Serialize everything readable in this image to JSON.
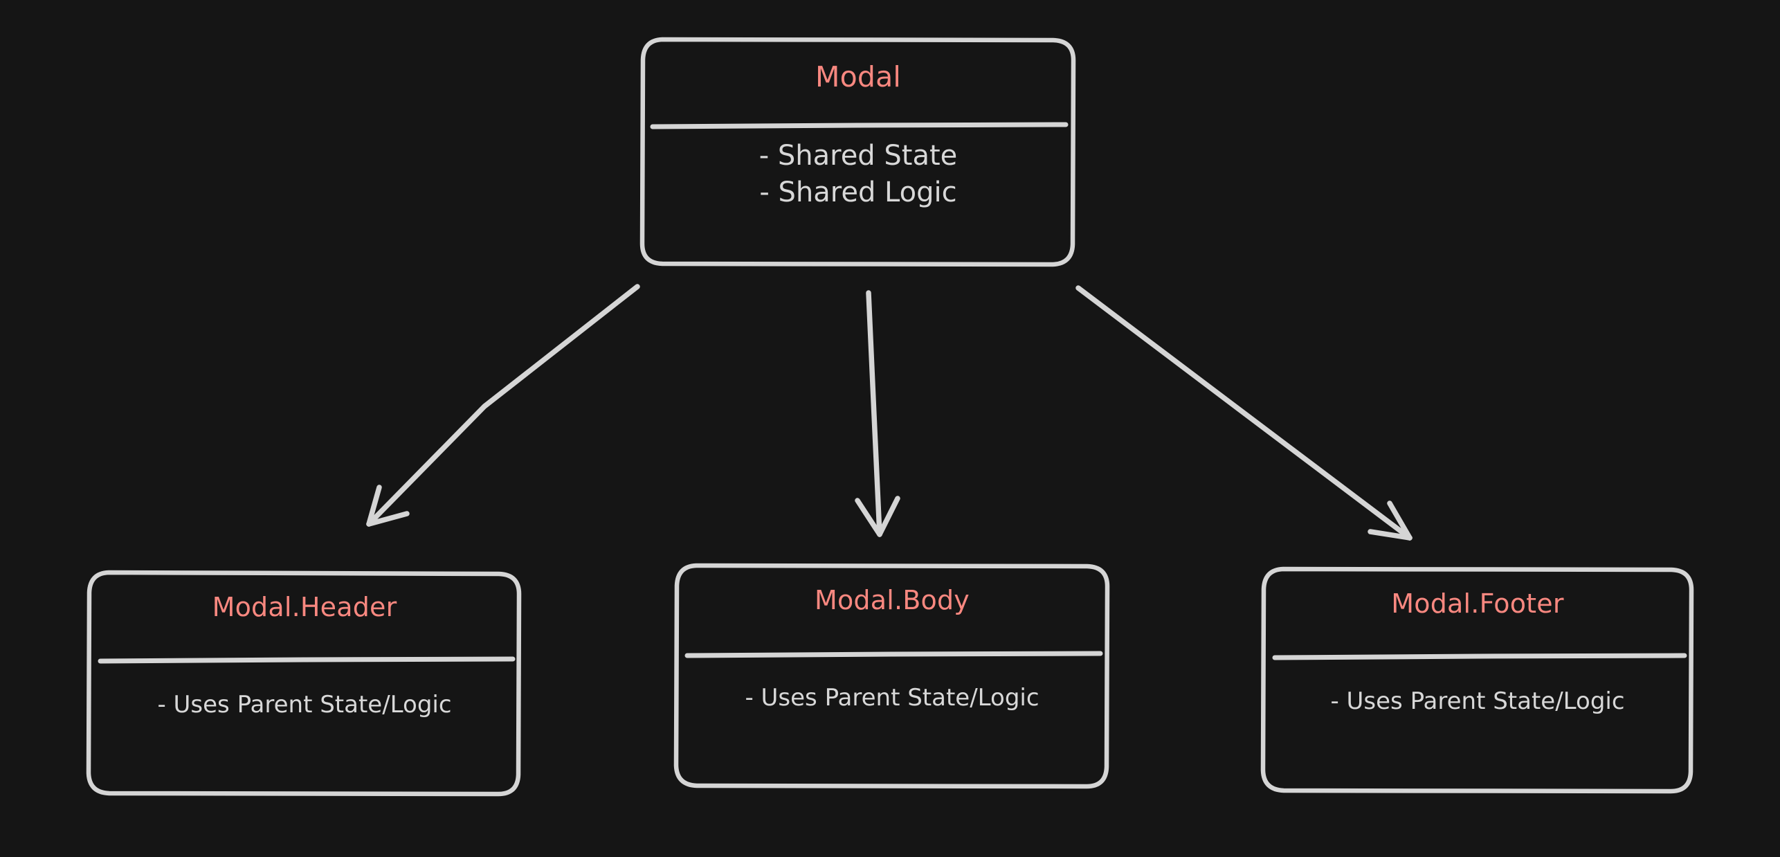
{
  "diagram": {
    "type": "component-hierarchy",
    "background_color": "#151515",
    "accent_color": "#f98880",
    "stroke_color": "#d5d5d5",
    "body_text_color": "#d8d8d8",
    "style": "hand-drawn",
    "root": {
      "id": "modal",
      "title": "Modal",
      "items": [
        "- Shared State",
        "- Shared Logic"
      ]
    },
    "children": [
      {
        "id": "modal-header",
        "title": "Modal.Header",
        "items": [
          "- Uses Parent State/Logic"
        ]
      },
      {
        "id": "modal-body",
        "title": "Modal.Body",
        "items": [
          "- Uses Parent State/Logic"
        ]
      },
      {
        "id": "modal-footer",
        "title": "Modal.Footer",
        "items": [
          "- Uses Parent State/Logic"
        ]
      }
    ],
    "connectors": [
      {
        "id": "modal-to-header",
        "from": "modal",
        "to": "modal-header",
        "arrowhead": "open"
      },
      {
        "id": "modal-to-body",
        "from": "modal",
        "to": "modal-body",
        "arrowhead": "open"
      },
      {
        "id": "modal-to-footer",
        "from": "modal",
        "to": "modal-footer",
        "arrowhead": "open"
      }
    ]
  }
}
